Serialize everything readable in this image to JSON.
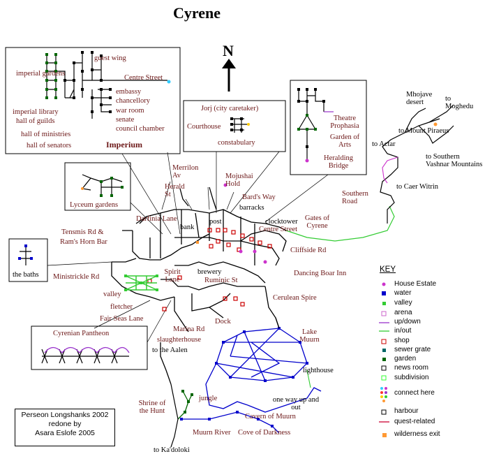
{
  "title": "Cyrene",
  "compass": "N",
  "sections": {
    "imperium": {
      "name": "Imperium",
      "labels": [
        "guest wing",
        "imperial gardens",
        "Centre Street",
        "embassy",
        "chancellory",
        "imperial library",
        "war room",
        "hall of guilds",
        "senate",
        "hall of ministries",
        "council chamber",
        "hall of senators"
      ]
    },
    "courthouse": {
      "labels": [
        "Jorj (city caretaker)",
        "Courthouse",
        "constabulary"
      ]
    },
    "theatre": {
      "labels": [
        "Theatre Prophasia",
        "Garden of Arts",
        "Heralding Bridge"
      ]
    },
    "lyceum": {
      "labels": [
        "Lyceum gardens"
      ]
    },
    "baths": {
      "labels": [
        "the baths"
      ]
    },
    "pantheon": {
      "labels": [
        "Cyrenian Pantheon"
      ]
    }
  },
  "places": [
    "Mhojave desert",
    "to Moghedu",
    "to Mount Piraeus",
    "to Actar",
    "to Southern Vashnar Mountains",
    "to Caer Witrin",
    "Southern Road",
    "Merrilon Av",
    "Mojushai Hold",
    "Herald St",
    "Bard's Way",
    "barracks",
    "Darfinia Lane",
    "post",
    "bank",
    "clocktower",
    "Centre Street",
    "Gates of Cyrene",
    "Tensmis Rd &",
    "Ram's Horn Bar",
    "Cliffside Rd",
    "Ministrickle Rd",
    "Spirit Lane",
    "brewery",
    "Ruminic St",
    "Dancing Boar Inn",
    "valley",
    "fletcher",
    "Fair Seas Lane",
    "Cerulean Spire",
    "Dock",
    "Marina Rd",
    "slaughterhouse",
    "to the Aalen",
    "Lake Muurn",
    "lighthouse",
    "one way up and out",
    "jungle",
    "Shrine of the Hunt",
    "Cavern of Muurn",
    "Muurn River",
    "Cove of Darkness",
    "to Ka'doloki"
  ],
  "credit": [
    "Perseon Longshanks 2002",
    "redone by",
    "Asara Eslofe 2005"
  ],
  "key": {
    "title": "KEY",
    "items": [
      {
        "label": "House Estate",
        "icon": "magenta-dot",
        "color": "#cc33cc"
      },
      {
        "label": "water",
        "icon": "blue-square",
        "color": "#0000cc"
      },
      {
        "label": "valley",
        "icon": "green-square",
        "color": "#33cc33"
      },
      {
        "label": "arena",
        "icon": "pink-square",
        "color": "#cc66cc"
      },
      {
        "label": "up/down",
        "icon": "purple-line",
        "color": "#9933cc"
      },
      {
        "label": "in/out",
        "icon": "green-line",
        "color": "#33cc33"
      },
      {
        "label": "shop",
        "icon": "red-square",
        "color": "#cc0000"
      },
      {
        "label": "sewer grate",
        "icon": "teal-square",
        "color": "#006666"
      },
      {
        "label": "garden",
        "icon": "darkgreen-square",
        "color": "#006600"
      },
      {
        "label": "news room",
        "icon": "black-square",
        "color": "#000000"
      },
      {
        "label": "subdivision",
        "icon": "lime-square",
        "color": "#33ff33"
      },
      {
        "label": "connect here",
        "icon": "color-dots",
        "color": "#ff9933"
      },
      {
        "label": "harbour",
        "icon": "black-outline-square",
        "color": "#000000"
      },
      {
        "label": "quest-related",
        "icon": "crimson-line",
        "color": "#cc0033"
      },
      {
        "label": "wilderness exit",
        "icon": "orange-square",
        "color": "#ff9933"
      }
    ]
  },
  "colors": {
    "label": "#6b1616",
    "road": "#000000",
    "water": "#0000cc",
    "valley": "#33cc33",
    "garden": "#006600",
    "shop": "#cc0000",
    "updown": "#9933cc",
    "inout": "#33cc33",
    "quest": "#cc0033"
  }
}
